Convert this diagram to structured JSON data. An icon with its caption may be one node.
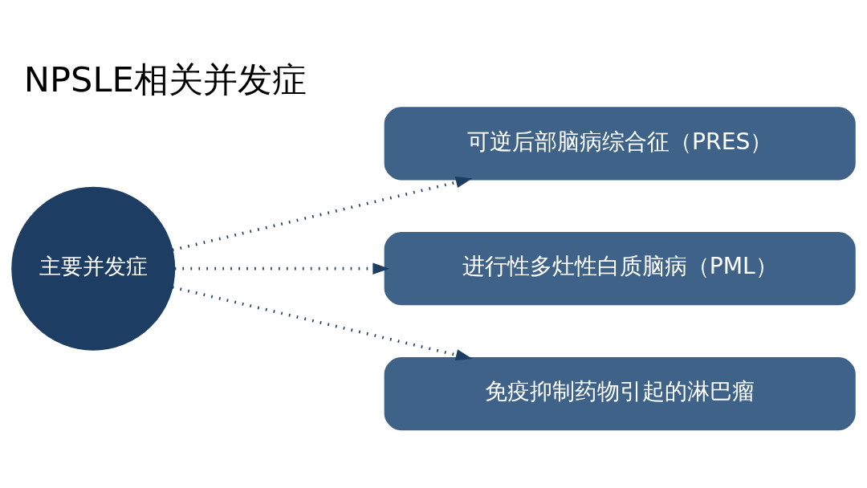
{
  "diagram": {
    "title": "NPSLE相关并发症",
    "nodes": [
      {
        "text": [
          "主要并发症"
        ]
      },
      {
        "text": [
          "可逆后部脑病综合征（PRES）"
        ]
      },
      {
        "text": [
          "进行性多灶性白质脑病（PML）"
        ]
      },
      {
        "text": [
          "免疫抑制药物引起的淋巴瘤"
        ]
      }
    ],
    "edges": [
      {
        "from": 0,
        "to": 1,
        "arrow": "to",
        "style": "dashed"
      },
      {
        "from": 0,
        "to": 2,
        "arrow": "to",
        "style": "dashed"
      },
      {
        "from": 0,
        "to": 3,
        "arrow": "to",
        "style": "dashed"
      }
    ]
  }
}
